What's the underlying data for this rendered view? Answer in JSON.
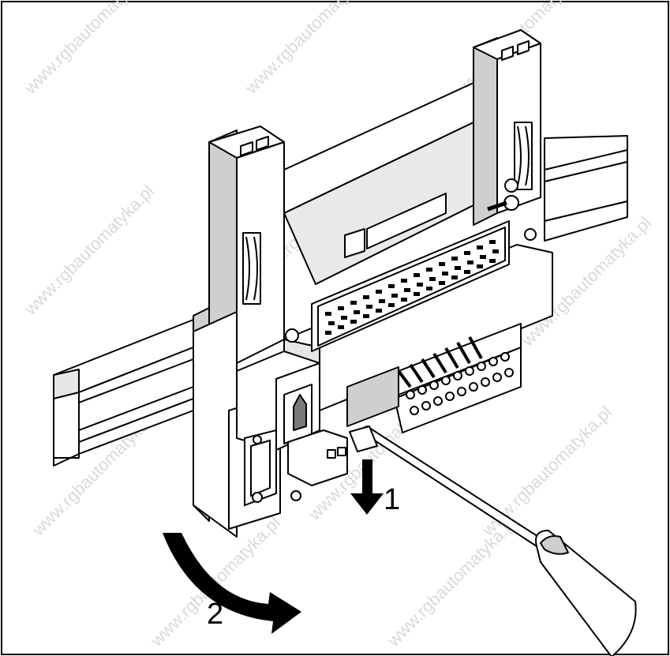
{
  "steps": [
    {
      "label": "1"
    },
    {
      "label": "2"
    }
  ],
  "watermark": {
    "text": "www.rgbautomatyka.pl"
  },
  "colors": {
    "line": "#000000",
    "fill": "#ffffff",
    "shade": "#cfcfcf",
    "dark": "#7a7a7a",
    "watermark": "#d9d9d9"
  }
}
